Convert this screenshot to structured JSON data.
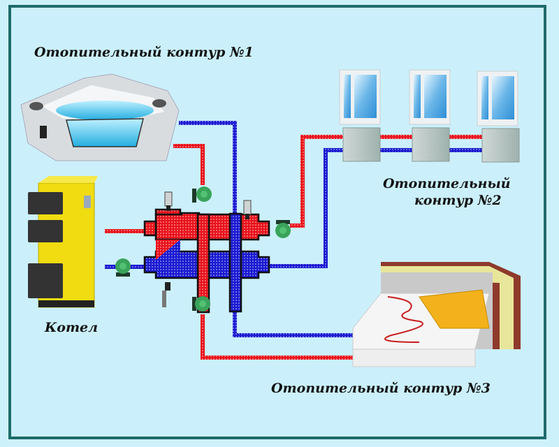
{
  "labels": {
    "circuit1": "Отопительный контур №1",
    "circuit2_line1": "Отопительный",
    "circuit2_line2": "контур №2",
    "circuit3": "Отопительный контур №3",
    "boiler": "Котел"
  },
  "colors": {
    "background": "#cbf0fb",
    "frame": "#1f6b6b",
    "hot_pipe": "#e8121b",
    "cold_pipe": "#1a1ad0",
    "pump": "#3aa35a",
    "boiler": "#f0dc10"
  },
  "components": {
    "circuit1_device": "jacuzzi-bathtub",
    "circuit2_device": "radiators-under-windows",
    "circuit3_device": "underfloor-heating",
    "hub": "hydraulic-separator-manifold",
    "pumps": 4,
    "radiators": 3,
    "windows": 3
  }
}
